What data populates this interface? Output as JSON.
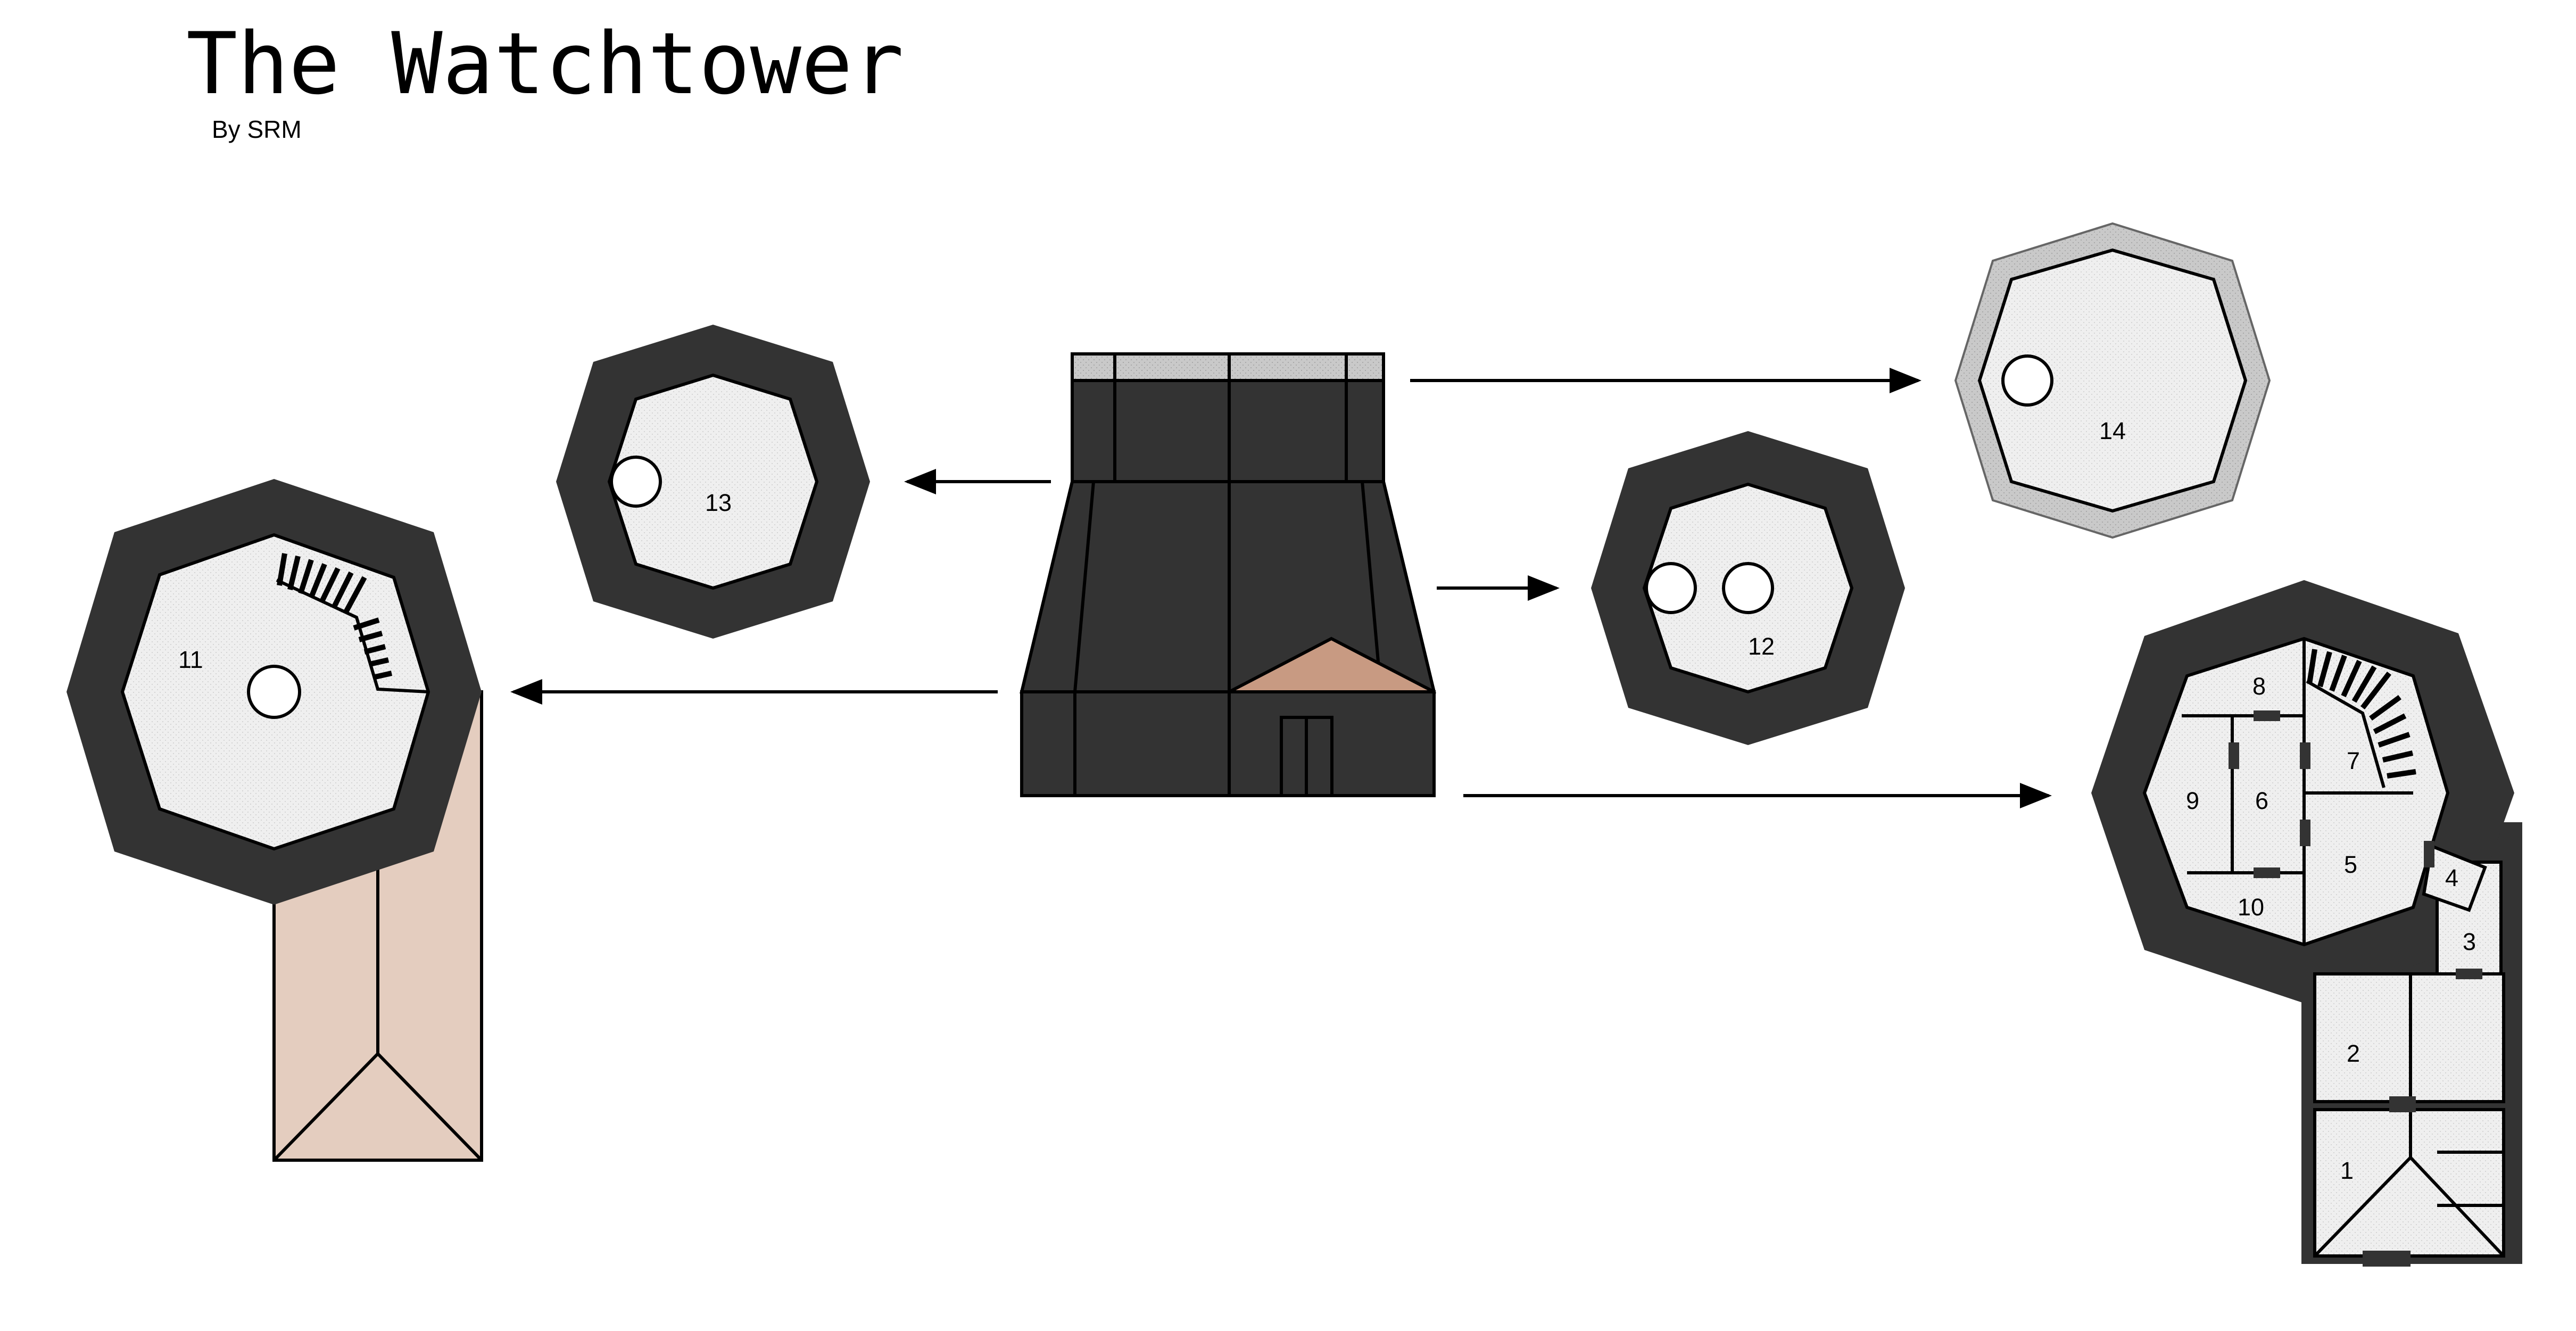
{
  "header": {
    "title": "The Watchtower",
    "byline": "By SRM"
  },
  "colors": {
    "wall": "#333333",
    "floor": "#efefef",
    "roof": "#c89a82",
    "roof_light": "#e4cdbf",
    "parapet_floor": "#cccccc",
    "background": "#ffffff"
  },
  "rooms": {
    "r1": "1",
    "r2": "2",
    "r3": "3",
    "r4": "4",
    "r5": "5",
    "r6": "6",
    "r7": "7",
    "r8": "8",
    "r9": "9",
    "r10": "10",
    "r11": "11",
    "r12": "12",
    "r13": "13",
    "r14": "14"
  }
}
